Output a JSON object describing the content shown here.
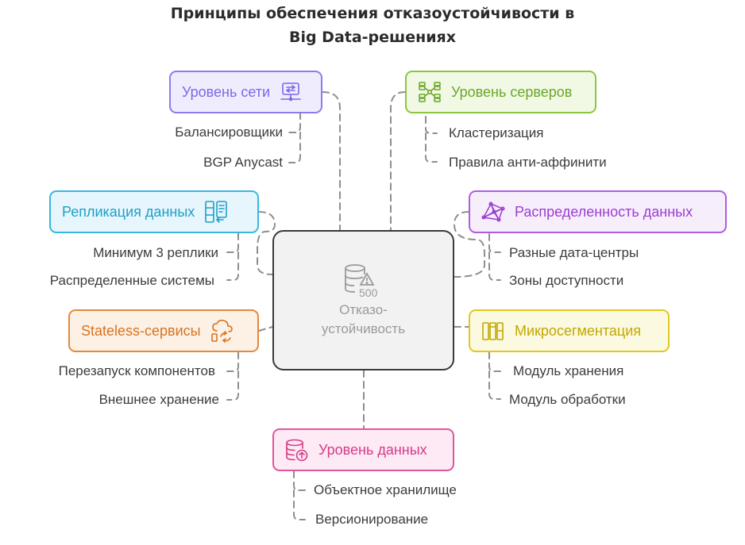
{
  "title_line1": "Принципы обеспечения отказоустойчивости в",
  "title_line2": "Big Data-решениях",
  "center": {
    "label_line1": "Отказо-",
    "label_line2": "устойчивость",
    "icon_text": "500",
    "icon": "database-warning-icon"
  },
  "branches": {
    "network": {
      "label": "Уровень сети",
      "icon": "switch-icon",
      "color": "#8b7cf0",
      "fill": "#efedfd",
      "leaves": [
        "Балансировщики",
        "BGP Anycast"
      ]
    },
    "servers": {
      "label": "Уровень серверов",
      "icon": "cluster-icon",
      "color": "#8cc63f",
      "fill": "#f1f9e4",
      "leaves": [
        "Кластеризация",
        "Правила анти-аффинити"
      ]
    },
    "replication": {
      "label": "Репликация данных",
      "icon": "replication-icon",
      "color": "#38b8e0",
      "fill": "#e6f6fc",
      "leaves": [
        "Минимум 3 реплики",
        "Распределенные системы"
      ]
    },
    "distribution": {
      "label": "Распределенность данных",
      "icon": "network-graph-icon",
      "color": "#b05ce0",
      "fill": "#f7eefc",
      "leaves": [
        "Разные дата-центры",
        "Зоны доступности"
      ]
    },
    "stateless": {
      "label": "Stateless-сервисы",
      "icon": "cloud-sync-icon",
      "color": "#e3893a",
      "fill": "#fdf1e6",
      "leaves": [
        "Перезапуск компонентов",
        "Внешнее хранение"
      ]
    },
    "microseg": {
      "label": "Микросегментация",
      "icon": "segments-icon",
      "color": "#e0c81e",
      "fill": "#fcf9e1",
      "leaves": [
        "Модуль хранения",
        "Модуль обработки"
      ]
    },
    "data": {
      "label": "Уровень данных",
      "icon": "database-upload-icon",
      "color": "#e0559e",
      "fill": "#fdeaf4",
      "leaves": [
        "Объектное хранилище",
        "Версионирование"
      ]
    }
  }
}
